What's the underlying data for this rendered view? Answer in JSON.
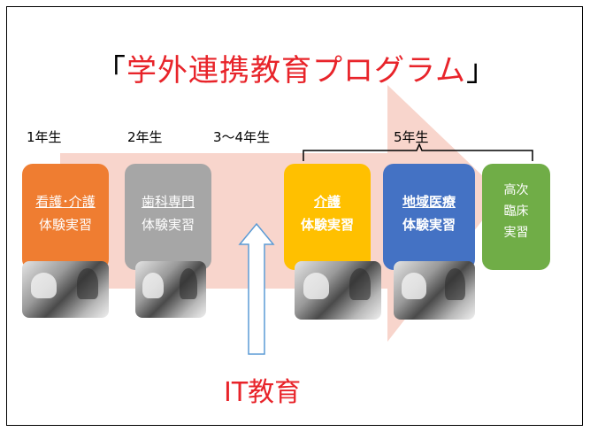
{
  "title": {
    "open_bracket": "「",
    "highlight": "学外連携教育プログラム",
    "close_bracket": "」"
  },
  "years": {
    "y1": "1年生",
    "y2": "2年生",
    "y34": "3～4年生",
    "y5": "5年生"
  },
  "cards": {
    "nursing": {
      "line1": "看護･介護",
      "line2": "体験実習",
      "color": "#ef7d31"
    },
    "dental": {
      "line1": "歯科専門",
      "line2": "体験実習",
      "color": "#a6a6a6"
    },
    "care": {
      "line1": "介護",
      "line2": "体験実習",
      "color": "#ffc000"
    },
    "community": {
      "line1": "地域医療",
      "line2": "体験実習",
      "color": "#4472c4"
    },
    "clinical": {
      "line1": "高次",
      "line2": "臨床",
      "line3": "実習",
      "color": "#70ad47"
    }
  },
  "it_label": "IT教育",
  "colors": {
    "accent_red": "#e8242a",
    "big_arrow": "#f8d5cc",
    "up_arrow_stroke": "#5b9bd5"
  }
}
